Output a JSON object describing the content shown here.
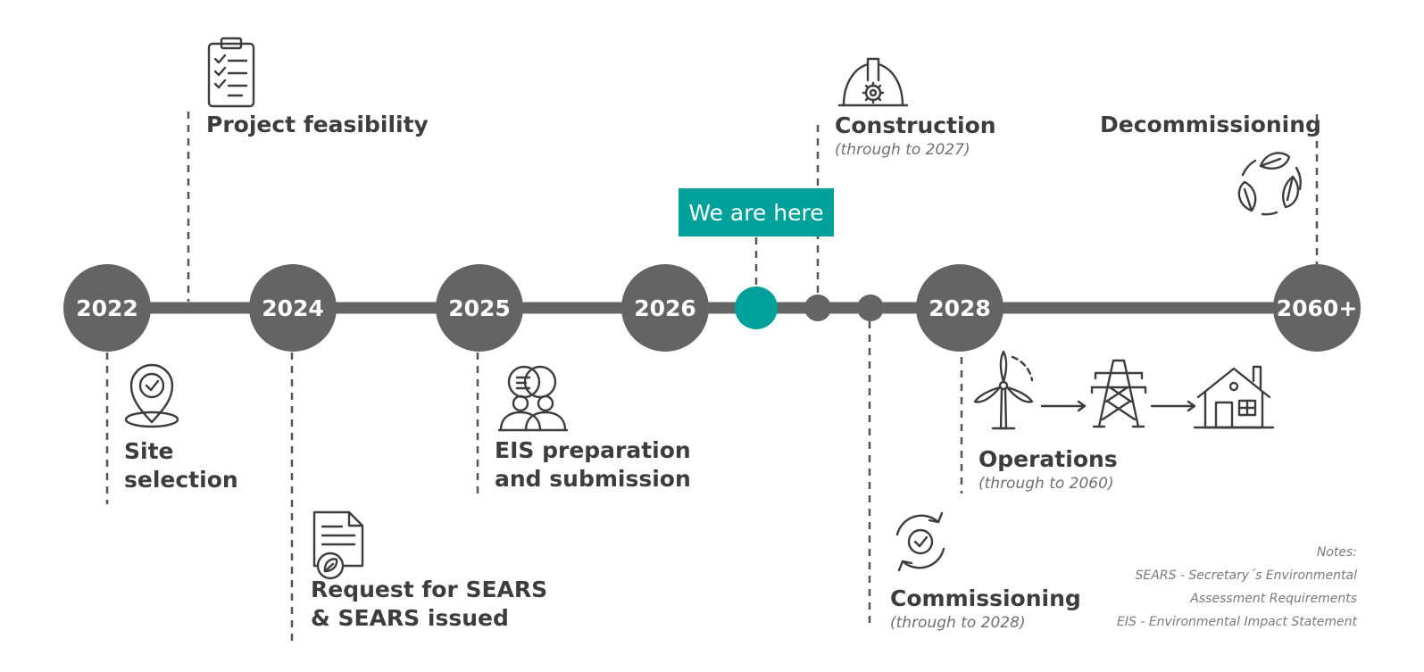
{
  "status": {
    "label": "We are here",
    "accent_color": "#00a19a"
  },
  "colors": {
    "line": "#646464",
    "dashes": "#555555",
    "text": "#3d3d3d"
  },
  "milestones": [
    {
      "year": "2022",
      "label_line1": "Site",
      "label_line2": "selection",
      "icon": "location-check-icon"
    },
    {
      "label": "Project feasibility",
      "icon": "clipboard-checklist-icon"
    },
    {
      "year": "2024",
      "label_line1": "Request for SEARS",
      "label_line2": "& SEARS issued",
      "icon": "document-leaf-icon"
    },
    {
      "year": "2025",
      "label_line1": "EIS preparation",
      "label_line2": "and submission",
      "icon": "people-discussion-icon"
    },
    {
      "year": "2026"
    },
    {
      "label": "Construction",
      "note": "(through to 2027)",
      "icon": "hard-hat-gear-icon"
    },
    {
      "label": "Commissioning",
      "note": "(through to 2028)",
      "icon": "cycle-check-icon"
    },
    {
      "year": "2028",
      "label": "Operations",
      "note": "(through to 2060)",
      "icon": "wind-tower-house-icon"
    },
    {
      "year": "2060+",
      "label": "Decommissioning",
      "icon": "recycle-leaves-icon"
    }
  ],
  "notes": {
    "title": "Notes:",
    "line1": "SEARS - Secretary´s Environmental",
    "line2": "Assessment Requirements",
    "line3": "EIS - Environmental Impact Statement"
  }
}
